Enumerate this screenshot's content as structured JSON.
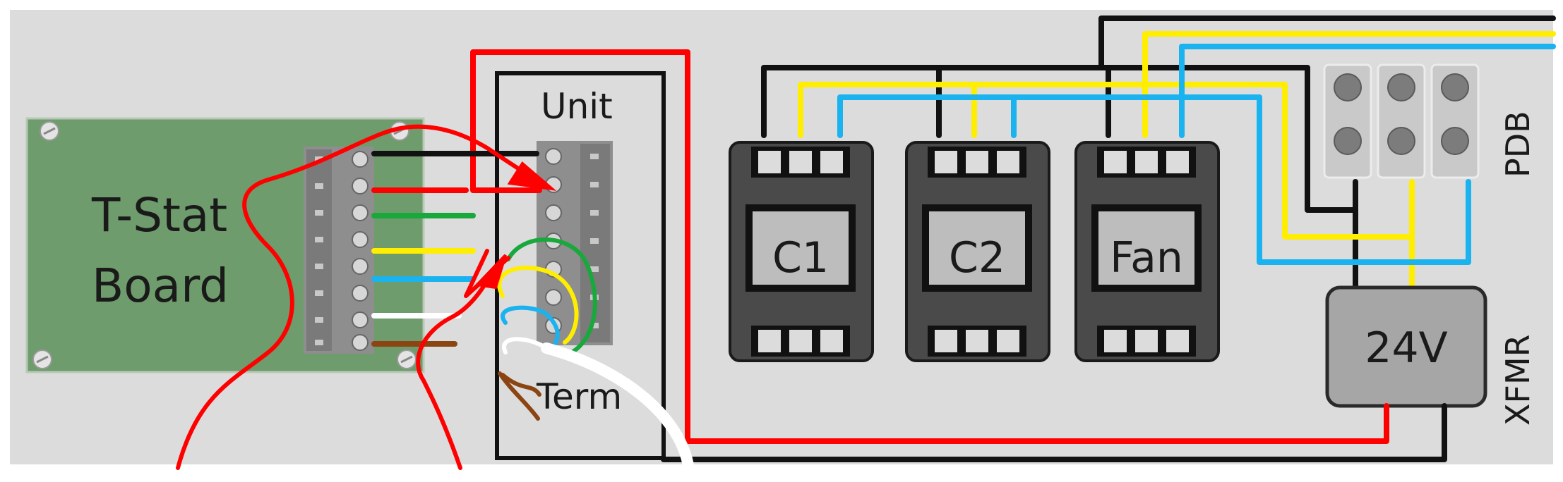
{
  "labels": {
    "tstat_line1": "T-Stat",
    "tstat_line2": "Board",
    "unit": "Unit",
    "term": "Term",
    "c1": "C1",
    "c2": "C2",
    "fan": "Fan",
    "pdb": "PDB",
    "transformer": "24V",
    "xfmr": "XFMR"
  },
  "colors": {
    "panel": "#dcdcdc",
    "board": "#6e9c6c",
    "terminal_block": "#8e8e8e",
    "contactor": "#4a4a4a",
    "contactor_window": "#bdbdbd",
    "transformer": "#a6a6a6",
    "wire_red": "#ff0000",
    "wire_black": "#111111",
    "wire_yellow": "#ffee00",
    "wire_blue": "#1ab2ef",
    "wire_green": "#19a83c",
    "wire_brown": "#8b4513",
    "wire_white": "#ffffff"
  }
}
